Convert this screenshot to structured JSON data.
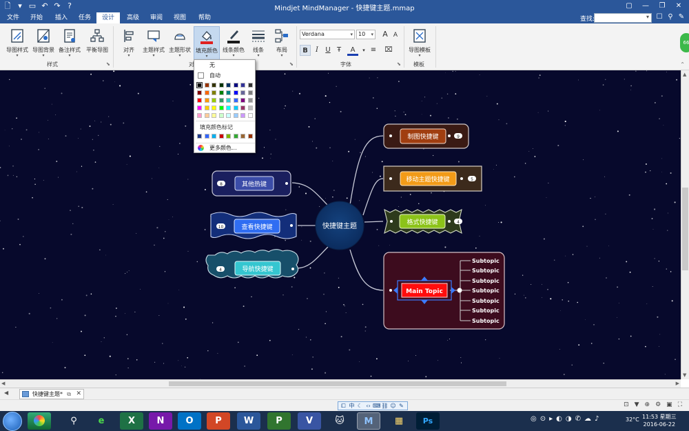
{
  "app": {
    "window_title": "Mindjet MindManager - 快捷键主题.mmap",
    "qat_icons": [
      "new-icon",
      "open-icon",
      "save-icon",
      "undo-icon",
      "redo-icon",
      "help-icon"
    ]
  },
  "tabs": [
    {
      "label": "文件",
      "active": false
    },
    {
      "label": "开始",
      "active": false
    },
    {
      "label": "插入",
      "active": false
    },
    {
      "label": "任务",
      "active": false
    },
    {
      "label": "设计",
      "active": true
    },
    {
      "label": "高级",
      "active": false
    },
    {
      "label": "审阅",
      "active": false
    },
    {
      "label": "视图",
      "active": false
    },
    {
      "label": "帮助",
      "active": false
    }
  ],
  "search": {
    "label": "查找:",
    "value": ""
  },
  "ribbon": {
    "style_group": {
      "label": "样式",
      "buttons": [
        "导图样式",
        "导图背景",
        "备注样式",
        "平衡导图"
      ]
    },
    "object_group": {
      "label": "对",
      "buttons": [
        "对齐",
        "主题样式",
        "主题形状",
        "填充颜色",
        "线条颜色",
        "线条",
        "布局"
      ]
    },
    "font_group": {
      "label": "字体",
      "font_name": "Verdana",
      "font_size": "10",
      "grow": "A",
      "shrink": "A",
      "bold": "B",
      "italic": "I",
      "underline": "U",
      "strike": "Ŧ",
      "color": "A",
      "align": "≡"
    },
    "template_group": {
      "label": "模板",
      "buttons": [
        "导图模板"
      ]
    }
  },
  "fill_color_menu": {
    "none": "无",
    "auto": "自动",
    "section_label": "填充颜色标记",
    "more": "更多颜色...",
    "palette_rows": [
      [
        "#000000",
        "#993300",
        "#333300",
        "#003300",
        "#003366",
        "#000080",
        "#333399",
        "#333333"
      ],
      [
        "#800000",
        "#ff6600",
        "#808000",
        "#008000",
        "#008080",
        "#0000ff",
        "#666699",
        "#808080"
      ],
      [
        "#ff0000",
        "#ff9900",
        "#99cc00",
        "#339966",
        "#33cccc",
        "#3366ff",
        "#800080",
        "#969696"
      ],
      [
        "#ff00ff",
        "#ffcc00",
        "#ffff00",
        "#00ff00",
        "#00ffff",
        "#00ccff",
        "#993366",
        "#c0c0c0"
      ],
      [
        "#ff99cc",
        "#ffcc99",
        "#ffff99",
        "#ccffcc",
        "#ccffff",
        "#99ccff",
        "#cc99ff",
        "#ffffff"
      ]
    ],
    "marker_colors": [
      "#1f3a8a",
      "#3366ff",
      "#00b0f0",
      "#cc0000",
      "#7fb800",
      "#33aa33",
      "#996633",
      "#993300"
    ]
  },
  "mindmap": {
    "central": "快捷键主题",
    "left_topics": [
      {
        "label": "其他热键",
        "badge": "8"
      },
      {
        "label": "查看快捷键",
        "badge": "10"
      },
      {
        "label": "导航快捷键",
        "badge": "4"
      }
    ],
    "right_topics": [
      {
        "label": "制图快捷键",
        "badge": "9"
      },
      {
        "label": "移动主题快捷键",
        "badge": "5"
      },
      {
        "label": "格式快捷键",
        "badge": "4"
      }
    ],
    "main_topic": {
      "label": "Main Topic",
      "subtopics": [
        "Subtopic",
        "Subtopic",
        "Subtopic",
        "Subtopic",
        "Subtopic",
        "Subtopic",
        "Subtopic"
      ]
    }
  },
  "document_tab": {
    "label": "快捷键主题*"
  },
  "status": {
    "filter_icons": [
      "filter-icon",
      "zh-icon",
      "moon-icon",
      "bracket-icon",
      "keyboard-icon",
      "link-icon",
      "person-icon",
      "wrench-icon"
    ],
    "filter_text": "中"
  },
  "taskbar": {
    "apps": [
      "ie-icon",
      "excel-icon",
      "onenote-icon",
      "outlook-icon",
      "powerpoint-icon",
      "word-icon",
      "project-icon",
      "visio-icon",
      "cat-icon",
      "mindmanager-icon",
      "explorer-icon",
      "photoshop-icon"
    ],
    "app_letters": [
      "e",
      "X",
      "N",
      "O",
      "P",
      "W",
      "P",
      "V",
      "🐱",
      "M",
      "▦",
      "Ps"
    ],
    "temperature": "32°C",
    "time": "11:53 星期三",
    "date": "2016-06-22"
  }
}
